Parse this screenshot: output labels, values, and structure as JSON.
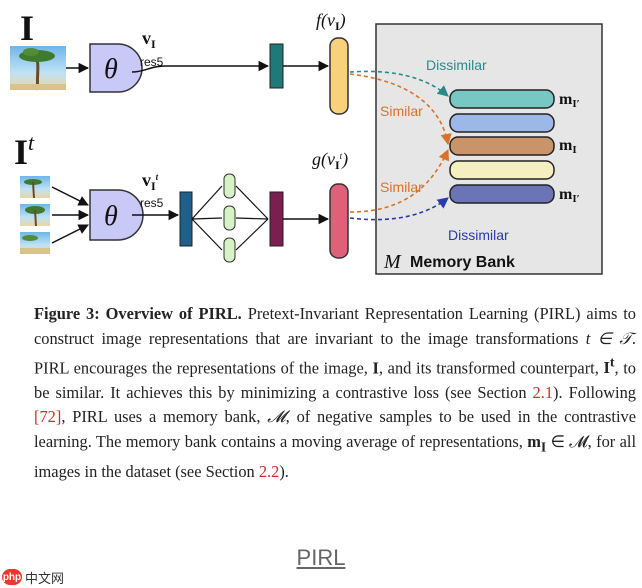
{
  "diagram": {
    "input_label": "I",
    "transformed_label": "I",
    "transformed_sup": "t",
    "encoder_symbol": "θ",
    "feat_top": "v",
    "feat_top_sub": "I",
    "feat_bottom": "v",
    "feat_bottom_sub": "I",
    "feat_bottom_sup": "t",
    "res_top": "res5",
    "res_bottom": "res5",
    "head_f": "f(v",
    "head_f_sub": "I",
    "head_f_close": ")",
    "head_g": "g(v",
    "head_g_sub": "I",
    "head_g_sup": "t",
    "head_g_close": ")",
    "dissimilar_top": "Dissimilar",
    "similar_top": "Similar",
    "similar_bottom": "Similar",
    "dissimilar_bottom": "Dissimilar",
    "mem_label_top": "m",
    "mem_label_top_sub": "I′",
    "mem_label_mid": "m",
    "mem_label_mid_sub": "I",
    "mem_label_bot": "m",
    "mem_label_bot_sub": "I′",
    "bank_symbol": "M",
    "bank_title": "Memory Bank",
    "colors": {
      "encoder": "#c9c9f7",
      "res_block": "#1f5f8b",
      "proj_top": "#1e7a78",
      "proj_bottom": "#7a1f4f",
      "head_f": "#f7d27a",
      "head_g": "#e0607a",
      "mlp_node": "#d8f2c8",
      "bank_bg": "#e6e6e6",
      "mem_teal": "#77c7c3",
      "mem_blue": "#9cb8e8",
      "mem_brown": "#c9946a",
      "mem_cream": "#f6f0c0",
      "mem_navy": "#6c74b8",
      "dissimilar": "#2a8a8a",
      "similar": "#d9712a",
      "dissimilar_bottom": "#2a3aa8"
    }
  },
  "caption": {
    "fig": "Figure 3:",
    "title": "Overview of PIRL.",
    "p1": "Pretext-Invariant Representation Learning (PIRL) aims to construct image representations that are invariant to the image transformations ",
    "m1": "t ∈ 𝒯",
    "p2": ". PIRL encourages the representations of the image, ",
    "m2": "I",
    "p3": ", and its transformed counterpart, ",
    "m3": "I",
    "m3_sup": "t",
    "p4": ", to be similar. It achieves this by minimizing a contrastive loss (see Section ",
    "ref1": "2.1",
    "p5": "). Following ",
    "ref2": "[72]",
    "p6": ", PIRL uses a memory bank, ",
    "m4": "𝓜",
    "p7": ", of negative samples to be used in the contrastive learning. The memory bank contains a moving average of representations, ",
    "m5": "m",
    "m5_sub": "I",
    "m5_rest": " ∈ 𝓜",
    "p8": ", for all images in the dataset (see Section ",
    "ref3": "2.2",
    "p9": ")."
  },
  "footer": {
    "link": "PIRL"
  },
  "watermark": {
    "logo": "php",
    "text": "中文网"
  }
}
